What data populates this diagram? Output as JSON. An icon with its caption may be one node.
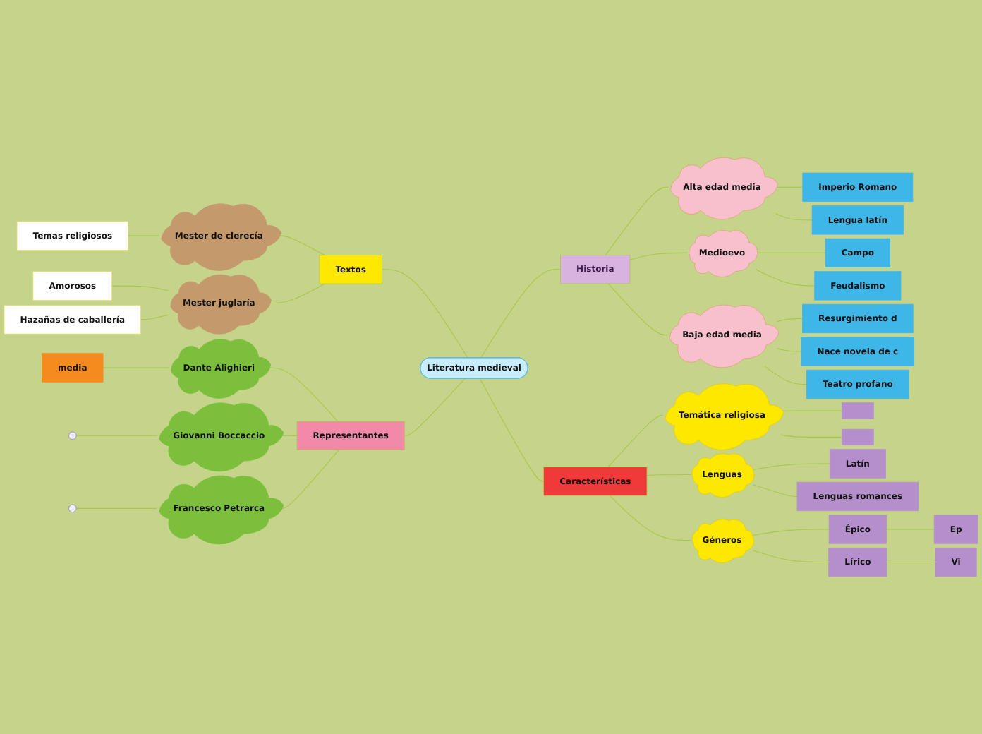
{
  "diagram": {
    "nodes": [
      {
        "text": [
          "Literatura medieval"
        ]
      },
      {
        "text": [
          "Historia"
        ]
      },
      {
        "text": [
          "Alta edad media"
        ]
      },
      {
        "text": [
          "Imperio Romano"
        ]
      },
      {
        "text": [
          "Lengua latín"
        ]
      },
      {
        "text": [
          "Medioevo"
        ]
      },
      {
        "text": [
          "Campo"
        ]
      },
      {
        "text": [
          "Feudalismo"
        ]
      },
      {
        "text": [
          "Baja edad media"
        ]
      },
      {
        "text": [
          "Resurgimiento d"
        ]
      },
      {
        "text": [
          "Nace novela de c"
        ]
      },
      {
        "text": [
          "Teatro profano"
        ]
      },
      {
        "text": [
          "Características"
        ]
      },
      {
        "text": [
          "Temática religiosa"
        ]
      },
      {
        "text": [],
        "shape": "box"
      },
      {
        "text": [],
        "shape": "box"
      },
      {
        "text": [
          "Lenguas"
        ]
      },
      {
        "text": [
          "Latín"
        ]
      },
      {
        "text": [
          "Lenguas romances"
        ]
      },
      {
        "text": [
          "Géneros"
        ]
      },
      {
        "text": [
          "Épico"
        ]
      },
      {
        "text": [
          "Ep"
        ]
      },
      {
        "text": [
          "Lírico"
        ]
      },
      {
        "text": [
          "Vi"
        ]
      },
      {
        "text": [
          "Textos"
        ]
      },
      {
        "text": [
          "Mester de clerecía"
        ]
      },
      {
        "text": [
          "Temas religiosos"
        ]
      },
      {
        "text": [
          "Mester juglaría"
        ]
      },
      {
        "text": [
          "Amorosos"
        ]
      },
      {
        "text": [
          "Hazañas de caballería"
        ]
      },
      {
        "text": [
          "Representantes"
        ]
      },
      {
        "text": [
          "Dante Alighieri"
        ]
      },
      {
        "text": [
          "media"
        ]
      },
      {
        "text": [
          "Giovanni Boccaccio"
        ]
      },
      {
        "text": [
          "Francesco Petrarca"
        ]
      }
    ],
    "edges": [
      {
        "from": 0,
        "to": 1,
        "arrow": "none"
      },
      {
        "from": 1,
        "to": 2,
        "arrow": "none"
      },
      {
        "from": 2,
        "to": 3,
        "arrow": "none"
      },
      {
        "from": 2,
        "to": 4,
        "arrow": "none"
      },
      {
        "from": 1,
        "to": 5,
        "arrow": "none"
      },
      {
        "from": 5,
        "to": 6,
        "arrow": "none"
      },
      {
        "from": 5,
        "to": 7,
        "arrow": "none"
      },
      {
        "from": 1,
        "to": 8,
        "arrow": "none"
      },
      {
        "from": 8,
        "to": 9,
        "arrow": "none"
      },
      {
        "from": 8,
        "to": 10,
        "arrow": "none"
      },
      {
        "from": 8,
        "to": 11,
        "arrow": "none"
      },
      {
        "from": 0,
        "to": 12,
        "arrow": "none"
      },
      {
        "from": 12,
        "to": 13,
        "arrow": "none"
      },
      {
        "from": 13,
        "to": 14,
        "arrow": "none"
      },
      {
        "from": 13,
        "to": 15,
        "arrow": "none"
      },
      {
        "from": 12,
        "to": 16,
        "arrow": "none"
      },
      {
        "from": 16,
        "to": 17,
        "arrow": "none"
      },
      {
        "from": 16,
        "to": 18,
        "arrow": "none"
      },
      {
        "from": 12,
        "to": 19,
        "arrow": "none"
      },
      {
        "from": 19,
        "to": 20,
        "arrow": "none"
      },
      {
        "from": 20,
        "to": 21,
        "arrow": "none"
      },
      {
        "from": 19,
        "to": 22,
        "arrow": "none"
      },
      {
        "from": 22,
        "to": 23,
        "arrow": "none"
      },
      {
        "from": 24,
        "to": 0,
        "arrow": "none"
      },
      {
        "from": 25,
        "to": 24,
        "arrow": "none"
      },
      {
        "from": 26,
        "to": 25,
        "arrow": "none"
      },
      {
        "from": 27,
        "to": 24,
        "arrow": "none"
      },
      {
        "from": 28,
        "to": 27,
        "arrow": "none"
      },
      {
        "from": 29,
        "to": 27,
        "arrow": "none"
      },
      {
        "from": 30,
        "to": 0,
        "arrow": "none"
      },
      {
        "from": 31,
        "to": 30,
        "arrow": "none"
      },
      {
        "from": 32,
        "to": 31,
        "arrow": "none"
      },
      {
        "from": 33,
        "to": 30,
        "arrow": "none"
      },
      {
        "from": null,
        "to": 33,
        "arrow": "none"
      },
      {
        "from": 34,
        "to": 30,
        "arrow": "none"
      },
      {
        "from": null,
        "to": 34,
        "arrow": "none"
      }
    ]
  }
}
